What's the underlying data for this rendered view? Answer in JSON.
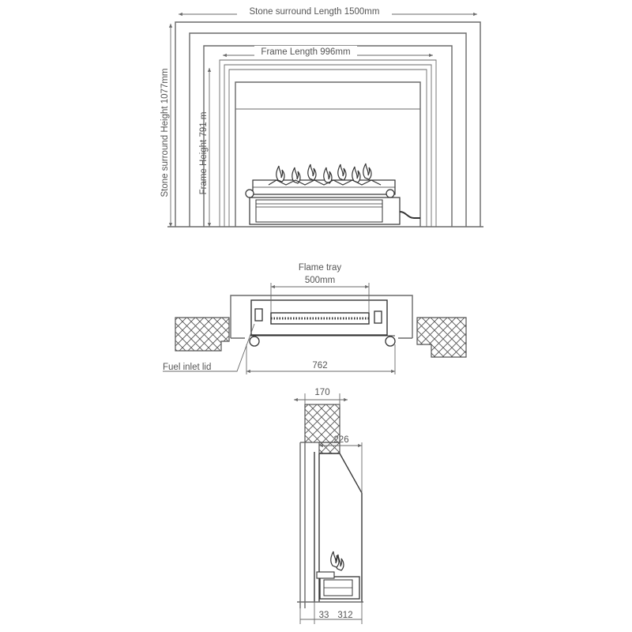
{
  "front_view": {
    "stone_length_label": "Stone surround Length 1500mm",
    "frame_length_label": "Frame Length 996mm",
    "stone_height_label": "Stone surround Height 1077mm",
    "frame_height_label": "Frame Height 791 m"
  },
  "top_view": {
    "flame_tray_label": "Flame tray",
    "flame_tray_width": "500mm",
    "overall_width": "762",
    "fuel_inlet_label": "Fuel inlet lid"
  },
  "side_view": {
    "depth_top": "170",
    "depth_mid": "226",
    "depth_front": "33",
    "depth_base": "312"
  }
}
